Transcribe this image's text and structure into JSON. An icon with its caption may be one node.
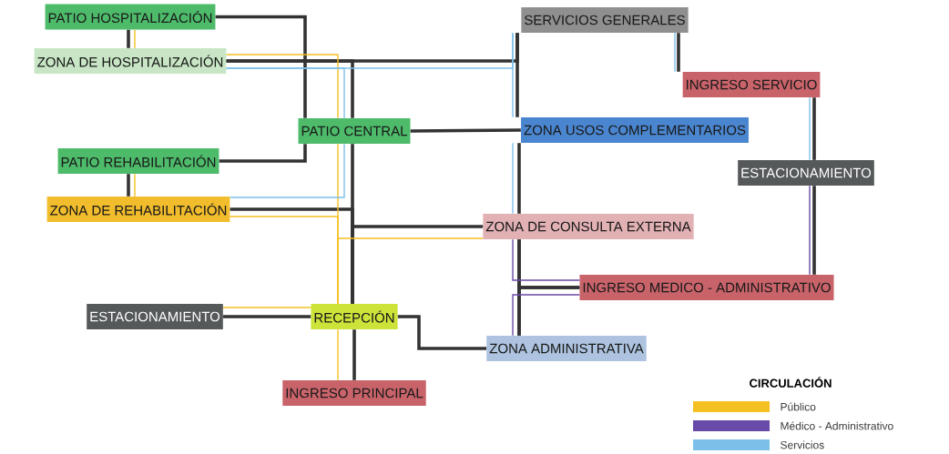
{
  "diagram": {
    "nodes": [
      {
        "text": [
          "PATIO HOSPITALIZACIÓN"
        ]
      },
      {
        "text": [
          "ZONA DE HOSPITALIZACIÓN"
        ]
      },
      {
        "text": [
          "PATIO CENTRAL"
        ]
      },
      {
        "text": [
          "PATIO REHABILITACIÓN"
        ]
      },
      {
        "text": [
          "ZONA DE REHABILITACIÓN"
        ]
      },
      {
        "text": [
          "SERVICIOS GENERALES"
        ]
      },
      {
        "text": [
          "INGRESO SERVICIO"
        ]
      },
      {
        "text": [
          "ZONA USOS COMPLEMENTARIOS"
        ]
      },
      {
        "text": [
          "ESTACIONAMIENTO"
        ]
      },
      {
        "text": [
          "ZONA DE CONSULTA EXTERNA"
        ]
      },
      {
        "text": [
          "INGRESO MEDICO - ADMINISTRATIVO"
        ]
      },
      {
        "text": [
          "ESTACIONAMIENTO"
        ]
      },
      {
        "text": [
          "RECEPCIÓN"
        ]
      },
      {
        "text": [
          "ZONA ADMINISTRATIVA"
        ]
      },
      {
        "text": [
          "INGRESO PRINCIPAL"
        ]
      }
    ],
    "edges": [
      {
        "from": 0,
        "to": 2,
        "arrow": "none"
      },
      {
        "from": 3,
        "to": 2,
        "arrow": "none"
      },
      {
        "from": 0,
        "to": 1,
        "arrow": "none"
      },
      {
        "from": 3,
        "to": 4,
        "arrow": "none"
      },
      {
        "from": 1,
        "to": 5,
        "arrow": "none"
      },
      {
        "from": 1,
        "to": 2,
        "arrow": "none"
      },
      {
        "from": 2,
        "to": 7,
        "arrow": "none"
      },
      {
        "from": 5,
        "to": 7,
        "arrow": "none"
      },
      {
        "from": 7,
        "to": 9,
        "arrow": "none"
      },
      {
        "from": 9,
        "to": 13,
        "arrow": "none"
      },
      {
        "from": 10,
        "to": 9,
        "arrow": "none"
      },
      {
        "from": 10,
        "to": 13,
        "arrow": "none"
      },
      {
        "from": 5,
        "to": 6,
        "arrow": "none"
      },
      {
        "from": 6,
        "to": 8,
        "arrow": "none"
      },
      {
        "from": 8,
        "to": 10,
        "arrow": "none"
      },
      {
        "from": 2,
        "to": 12,
        "arrow": "none"
      },
      {
        "from": 4,
        "to": 12,
        "arrow": "none"
      },
      {
        "from": 9,
        "to": 12,
        "arrow": "none"
      },
      {
        "from": 11,
        "to": 12,
        "arrow": "none"
      },
      {
        "from": 12,
        "to": 13,
        "arrow": "none"
      },
      {
        "from": 12,
        "to": 14,
        "arrow": "none"
      },
      {
        "from": 0,
        "to": 1,
        "arrow": "none",
        "color": "#f5c022"
      },
      {
        "from": 3,
        "to": 4,
        "arrow": "none",
        "color": "#f5c022"
      },
      {
        "from": 1,
        "to": 2,
        "arrow": "none",
        "color": "#f5c022"
      },
      {
        "from": 2,
        "to": 12,
        "arrow": "none",
        "color": "#f5c022"
      },
      {
        "from": 4,
        "to": 12,
        "arrow": "none",
        "color": "#f5c022"
      },
      {
        "from": 9,
        "to": 12,
        "arrow": "none",
        "color": "#f5c022"
      },
      {
        "from": 11,
        "to": 12,
        "arrow": "none",
        "color": "#f5c022"
      },
      {
        "from": 12,
        "to": 14,
        "arrow": "none",
        "color": "#f5c022"
      },
      {
        "from": 1,
        "to": 5,
        "arrow": "none",
        "color": "#7cc0ea"
      },
      {
        "from": 1,
        "to": 2,
        "arrow": "none",
        "color": "#7cc0ea"
      },
      {
        "from": 4,
        "to": 2,
        "arrow": "none",
        "color": "#7cc0ea"
      },
      {
        "from": 5,
        "to": 6,
        "arrow": "none",
        "color": "#7cc0ea"
      },
      {
        "from": 5,
        "to": 7,
        "arrow": "none",
        "color": "#7cc0ea"
      },
      {
        "from": 7,
        "to": 9,
        "arrow": "none",
        "color": "#7cc0ea"
      },
      {
        "from": 6,
        "to": 8,
        "arrow": "none",
        "color": "#7cc0ea"
      },
      {
        "from": 8,
        "to": 10,
        "arrow": "none",
        "color": "#6a4aa8"
      },
      {
        "from": 9,
        "to": 10,
        "arrow": "none",
        "color": "#6a4aa8"
      },
      {
        "from": 13,
        "to": 10,
        "arrow": "none",
        "color": "#6a4aa8"
      }
    ],
    "labels": [
      "CIRCULACIÓN"
    ],
    "legend": [
      {
        "text": "Público",
        "color": "#f5c022"
      },
      {
        "text": "Médico - Administrativo",
        "color": "#6a4aa8"
      },
      {
        "text": "Servicios",
        "color": "#7cc0ea"
      }
    ]
  }
}
